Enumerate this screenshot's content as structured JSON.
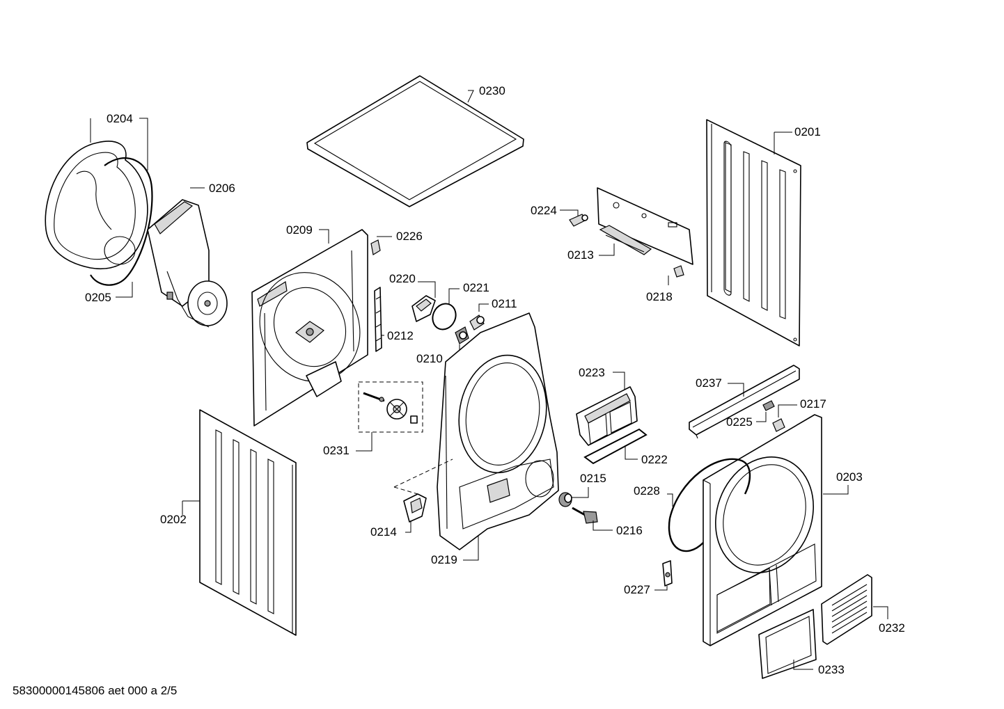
{
  "footer": {
    "drawing_code": "58300000145806 aet 000 a 2/5"
  },
  "labels": {
    "p0201": "0201",
    "p0202": "0202",
    "p0203": "0203",
    "p0204": "0204",
    "p0205": "0205",
    "p0206": "0206",
    "p0209": "0209",
    "p0210": "0210",
    "p0211": "0211",
    "p0212": "0212",
    "p0213": "0213",
    "p0214": "0214",
    "p0215": "0215",
    "p0216": "0216",
    "p0217": "0217",
    "p0218": "0218",
    "p0219": "0219",
    "p0220": "0220",
    "p0221": "0221",
    "p0222": "0222",
    "p0223": "0223",
    "p0224": "0224",
    "p0225": "0225",
    "p0226": "0226",
    "p0227": "0227",
    "p0228": "0228",
    "p0230": "0230",
    "p0231": "0231",
    "p0232": "0232",
    "p0233": "0233",
    "p0237": "0237"
  }
}
